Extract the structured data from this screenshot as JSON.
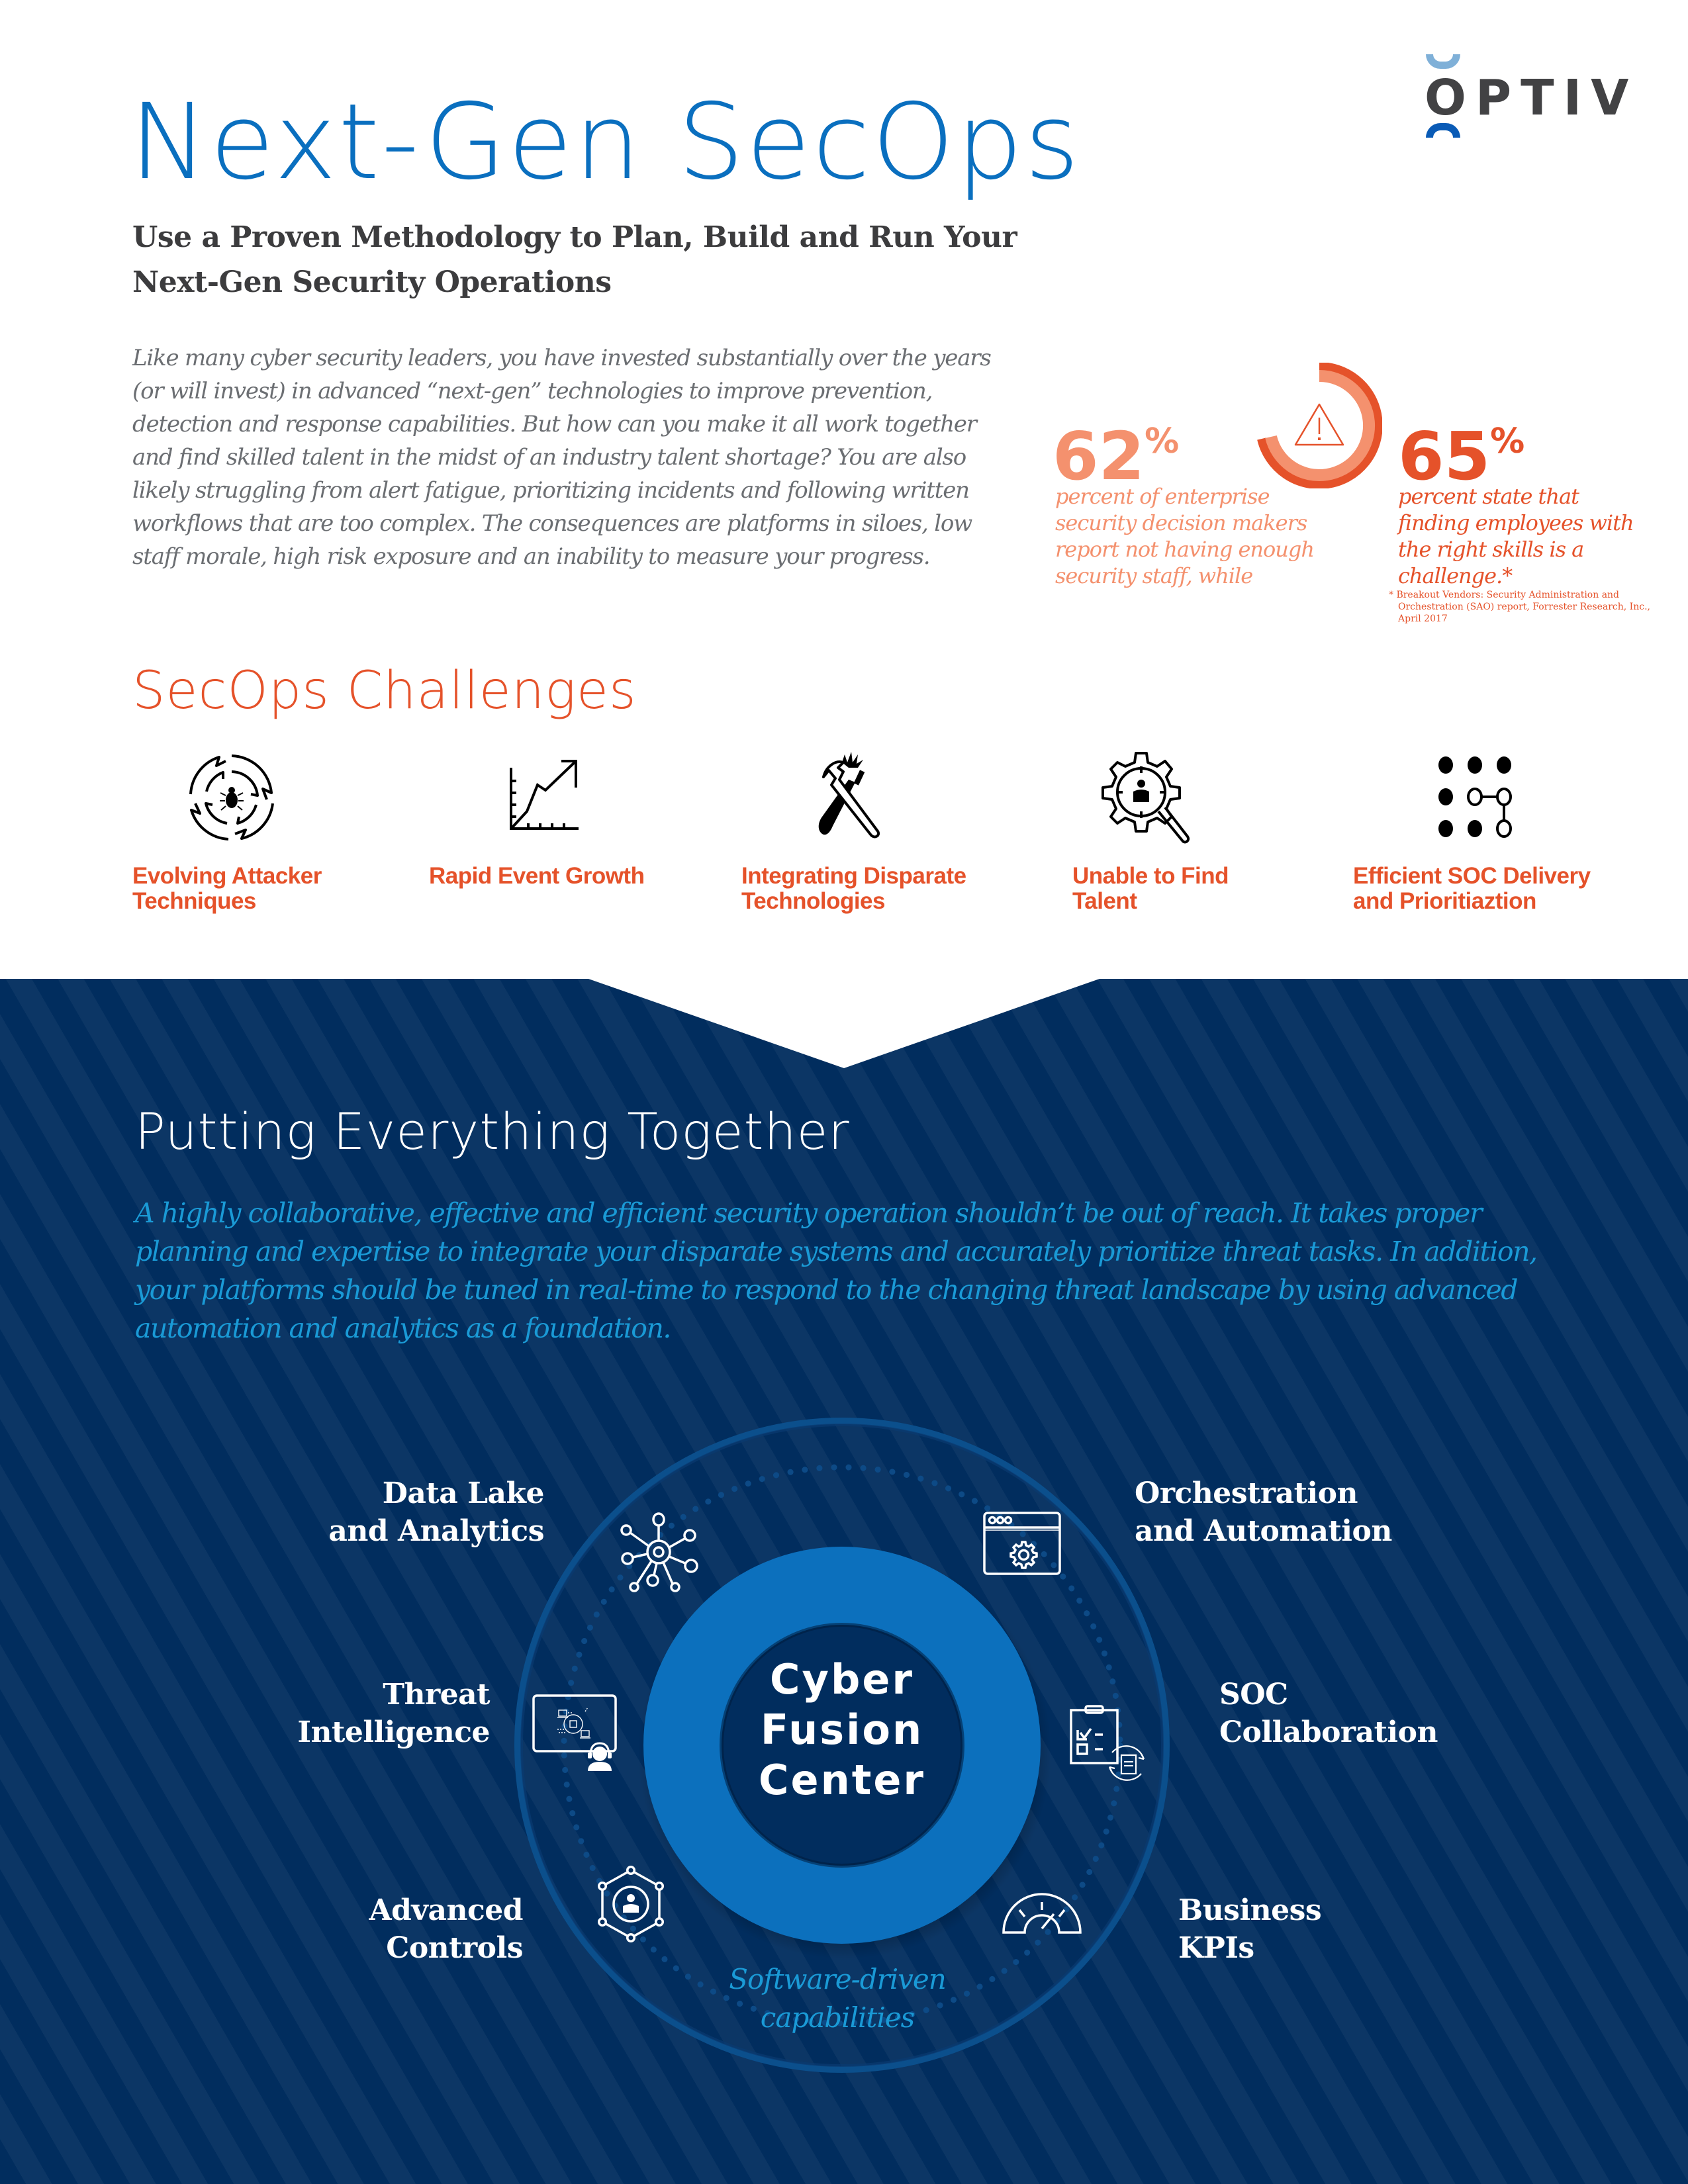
{
  "brand": {
    "logo_text": "OPTIV",
    "colors": {
      "primary_blue": "#0a6fbf",
      "navy": "#012d5e",
      "orange": "#e5522a",
      "light_orange": "#f4916e",
      "accent_cyan": "#1a9ad6",
      "logo_gray": "#424244"
    }
  },
  "header": {
    "title": "Next-Gen SecOps",
    "subtitle_line1": "Use a Proven Methodology to Plan, Build and Run Your",
    "subtitle_line2": "Next-Gen Security Operations"
  },
  "intro": {
    "text": "Like many cyber security leaders, you have invested substantially over the years (or will invest) in advanced “next-gen” technologies to improve prevention, detection and response capabilities. But how can you make it all work together and find skilled talent in the midst of an industry talent shortage? You are also likely struggling from alert fatigue, prioritizing incidents and following written workflows that are too complex. The consequences are platforms in siloes, low staff morale, high risk exposure and an inability to measure your progress."
  },
  "stats": [
    {
      "value": "62",
      "unit": "%",
      "description": "percent of enterprise security decision makers report not having enough security staff, while"
    },
    {
      "value": "65",
      "unit": "%",
      "description": "percent state that finding employees with the right skills is a challenge.*"
    }
  ],
  "stats_icon": "warning-triangle-icon",
  "footnote": {
    "marker": "*",
    "text": "Breakout Vendors: Security Administration and Orchestration (SAO) report, Forrester Research, Inc., April 2017"
  },
  "challenges": {
    "title": "SecOps Challenges",
    "items": [
      {
        "label_line1": "Evolving Attacker",
        "label_line2": "Techniques",
        "icon": "bug-cycle-icon"
      },
      {
        "label_line1": "Rapid Event Growth",
        "label_line2": "",
        "icon": "growth-chart-icon"
      },
      {
        "label_line1": "Integrating Disparate",
        "label_line2": "Technologies",
        "icon": "wrench-screwdriver-icon"
      },
      {
        "label_line1": "Unable to Find",
        "label_line2": "Talent",
        "icon": "talent-search-icon"
      },
      {
        "label_line1": "Efficient SOC Delivery",
        "label_line2": "and Prioritiaztion",
        "icon": "dot-grid-icon"
      }
    ]
  },
  "together": {
    "title": "Putting Everything Together",
    "body": "A highly collaborative, effective and efficient security operation shouldn’t be out of reach. It takes proper planning and expertise to integrate your disparate systems and accurately prioritize threat tasks. In addition, your platforms should be tuned in real-time to respond to the changing threat landscape by using advanced automation and analytics as a foundation."
  },
  "diagram": {
    "center_line1": "Cyber",
    "center_line2": "Fusion",
    "center_line3": "Center",
    "ring_caption_line1": "Software-driven",
    "ring_caption_line2": "capabilities",
    "capabilities": [
      {
        "line1": "Data Lake",
        "line2": "and Analytics",
        "icon": "network-hub-icon"
      },
      {
        "line1": "Orchestration",
        "line2": "and Automation",
        "icon": "browser-gear-icon"
      },
      {
        "line1": "Threat",
        "line2": "Intelligence",
        "icon": "analyst-monitor-icon"
      },
      {
        "line1": "SOC",
        "line2": "Collaboration",
        "icon": "clipboard-checklist-icon"
      },
      {
        "line1": "Advanced",
        "line2": "Controls",
        "icon": "hexagon-user-icon"
      },
      {
        "line1": "Business",
        "line2": "KPIs",
        "icon": "gauge-icon"
      }
    ]
  }
}
